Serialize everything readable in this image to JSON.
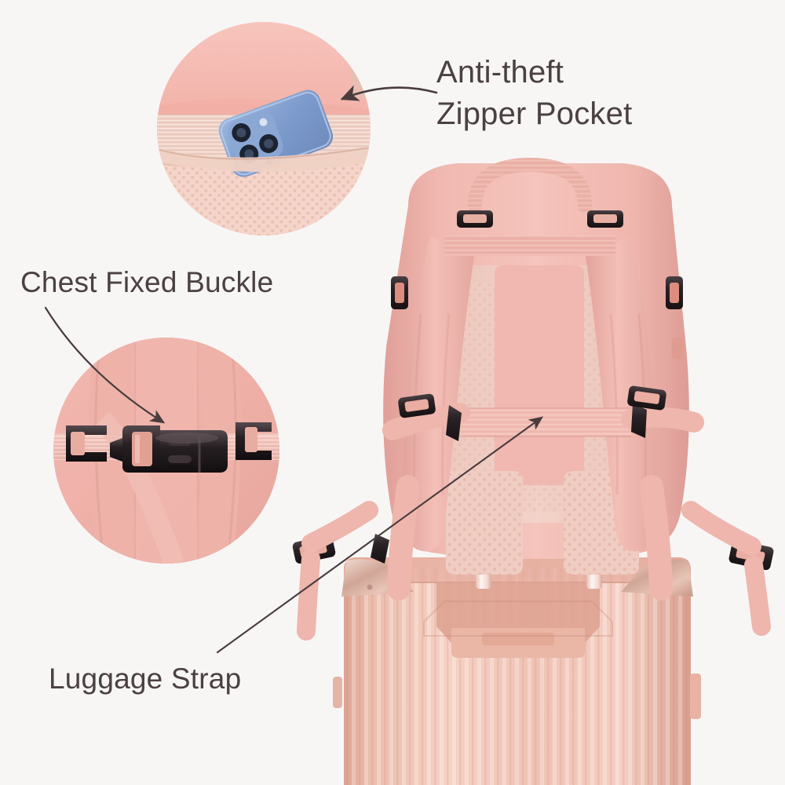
{
  "page": {
    "type": "product-feature-infographic",
    "subject": "pink travel backpack mounted on rose-gold carry-on suitcase",
    "background_color": "#f7f6f5",
    "text_color": "#4b4043"
  },
  "callouts": [
    {
      "id": "anti-theft",
      "label": "Anti-theft\nZipper Pocket",
      "line1": "Anti-theft",
      "line2": "Zipper Pocket",
      "position": "top-right",
      "points_to": "hidden zipper pocket on back panel",
      "arrow": "curved-left"
    },
    {
      "id": "chest-buckle",
      "label": "Chest Fixed Buckle",
      "line1": "Chest Fixed Buckle",
      "position": "middle-left",
      "points_to": "sternum strap side-release buckle",
      "arrow": "curved-down-right"
    },
    {
      "id": "luggage-strap",
      "label": "Luggage Strap",
      "line1": "Luggage Strap",
      "position": "bottom-left",
      "points_to": "horizontal trolley sleeve strap",
      "arrow": "straight-diagonal-up-right"
    }
  ],
  "insets": [
    {
      "id": "phone-pocket",
      "shape": "circle",
      "contents": "blue smartphone with triple rear camera tucked into pink anti-theft back pocket",
      "colors": {
        "fabric": "#f4b9b2",
        "webbing": "#efd0c6",
        "mesh": "#f2cdc4",
        "phone": "#7f9ccf"
      }
    },
    {
      "id": "chest-buckle-closeup",
      "shape": "circle",
      "contents": "black side-release chest buckle joining two pink shoulder straps",
      "colors": {
        "strap": "#f0b9b2",
        "buckle": "#2b2326",
        "webbing": "#f3c7bf"
      }
    }
  ],
  "product": {
    "backpack": {
      "color_name": "pink",
      "body_color": "#f0b4ad",
      "shade_color": "#e29e98",
      "mesh_color": "#f0cdc4",
      "hardware_color": "#2b2326",
      "parts": [
        "top grab handle",
        "padded shoulder straps",
        "load-lifter adjusters",
        "mesh back panel",
        "trolley sleeve",
        "luggage strap",
        "compression side buckles",
        "bottom strap adjusters"
      ]
    },
    "suitcase": {
      "color_name": "rose gold",
      "shell_color": "#edb8ab",
      "rib_highlight": "#f7d2c7",
      "corner_metal": "#d9a898",
      "finish": "ribbed aluminium hardshell",
      "parts": [
        "telescoping handle",
        "recessed top grip",
        "metal corner guards",
        "vertical rib pattern",
        "side latch"
      ]
    }
  },
  "palette": {
    "background": "#f7f6f5",
    "text": "#4b4043",
    "arrow": "#4a3c3e",
    "pink_light": "#f5c9c2",
    "pink_mid": "#f0b4ad",
    "pink_dark": "#dd9a93",
    "rose_gold": "#edb8ab",
    "phone_blue": "#7f9ccf",
    "hardware_black": "#2b2326"
  }
}
